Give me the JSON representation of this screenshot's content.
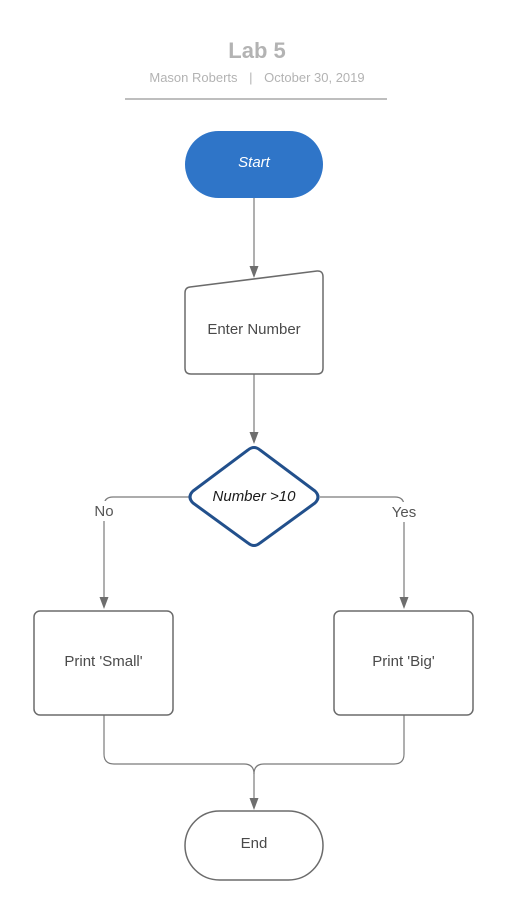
{
  "header": {
    "title": "Lab 5",
    "author": "Mason Roberts",
    "separator": "|",
    "date": "October 30, 2019"
  },
  "nodes": {
    "start": {
      "label": "Start",
      "shape": "terminator",
      "fill": "#2f75c8",
      "text_color": "#ffffff"
    },
    "input": {
      "label": "Enter Number",
      "shape": "manual-input"
    },
    "decision": {
      "label": "Number >10",
      "shape": "decision",
      "stroke": "#22508c"
    },
    "print_small": {
      "label": "Print 'Small'",
      "shape": "process"
    },
    "print_big": {
      "label": "Print 'Big'",
      "shape": "process"
    },
    "end": {
      "label": "End",
      "shape": "terminator"
    }
  },
  "edges": {
    "no_label": "No",
    "yes_label": "Yes"
  },
  "colors": {
    "header_text": "#b3b3b3",
    "divider": "#a8a8a8",
    "node_stroke": "#6b6b6b",
    "connector": "#7a7a7a",
    "start_fill": "#2f75c8",
    "decision_stroke": "#22508c"
  }
}
